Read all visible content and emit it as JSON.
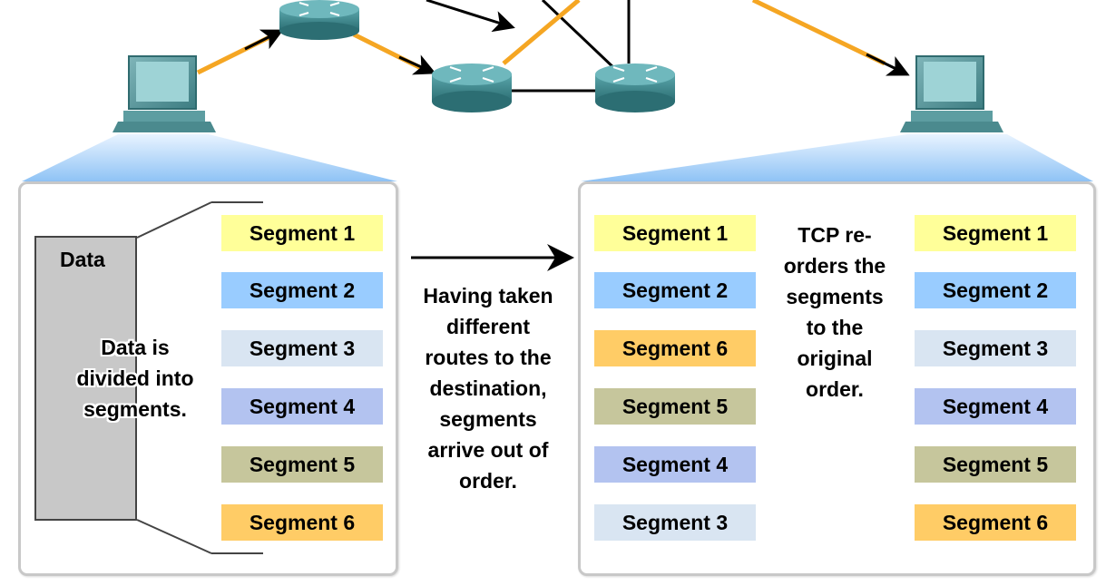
{
  "left_panel": {
    "data_label": "Data",
    "divide_text": [
      "Data is",
      "divided into",
      "segments."
    ],
    "segments": [
      "Segment 1",
      "Segment 2",
      "Segment 3",
      "Segment 4",
      "Segment 5",
      "Segment 6"
    ]
  },
  "middle_text": [
    "Having taken",
    "different",
    "routes to the",
    "destination,",
    "segments",
    "arrive out of",
    "order."
  ],
  "right_panel": {
    "arrived_segments": [
      "Segment 1",
      "Segment 2",
      "Segment 6",
      "Segment 5",
      "Segment 4",
      "Segment 3"
    ],
    "tcp_text": [
      "TCP re-",
      "orders the",
      "segments",
      "to the",
      "original",
      "order."
    ],
    "reordered_segments": [
      "Segment 1",
      "Segment 2",
      "Segment 3",
      "Segment 4",
      "Segment 5",
      "Segment 6"
    ]
  },
  "colors": {
    "segment_1": "#ffff99",
    "segment_2": "#99ccff",
    "segment_3": "#d9e5f2",
    "segment_4": "#b3c3f0",
    "segment_5": "#c6c69c",
    "segment_6": "#ffcc66",
    "route_highlight": "#f5a623",
    "router_body": "#3f8f94"
  }
}
